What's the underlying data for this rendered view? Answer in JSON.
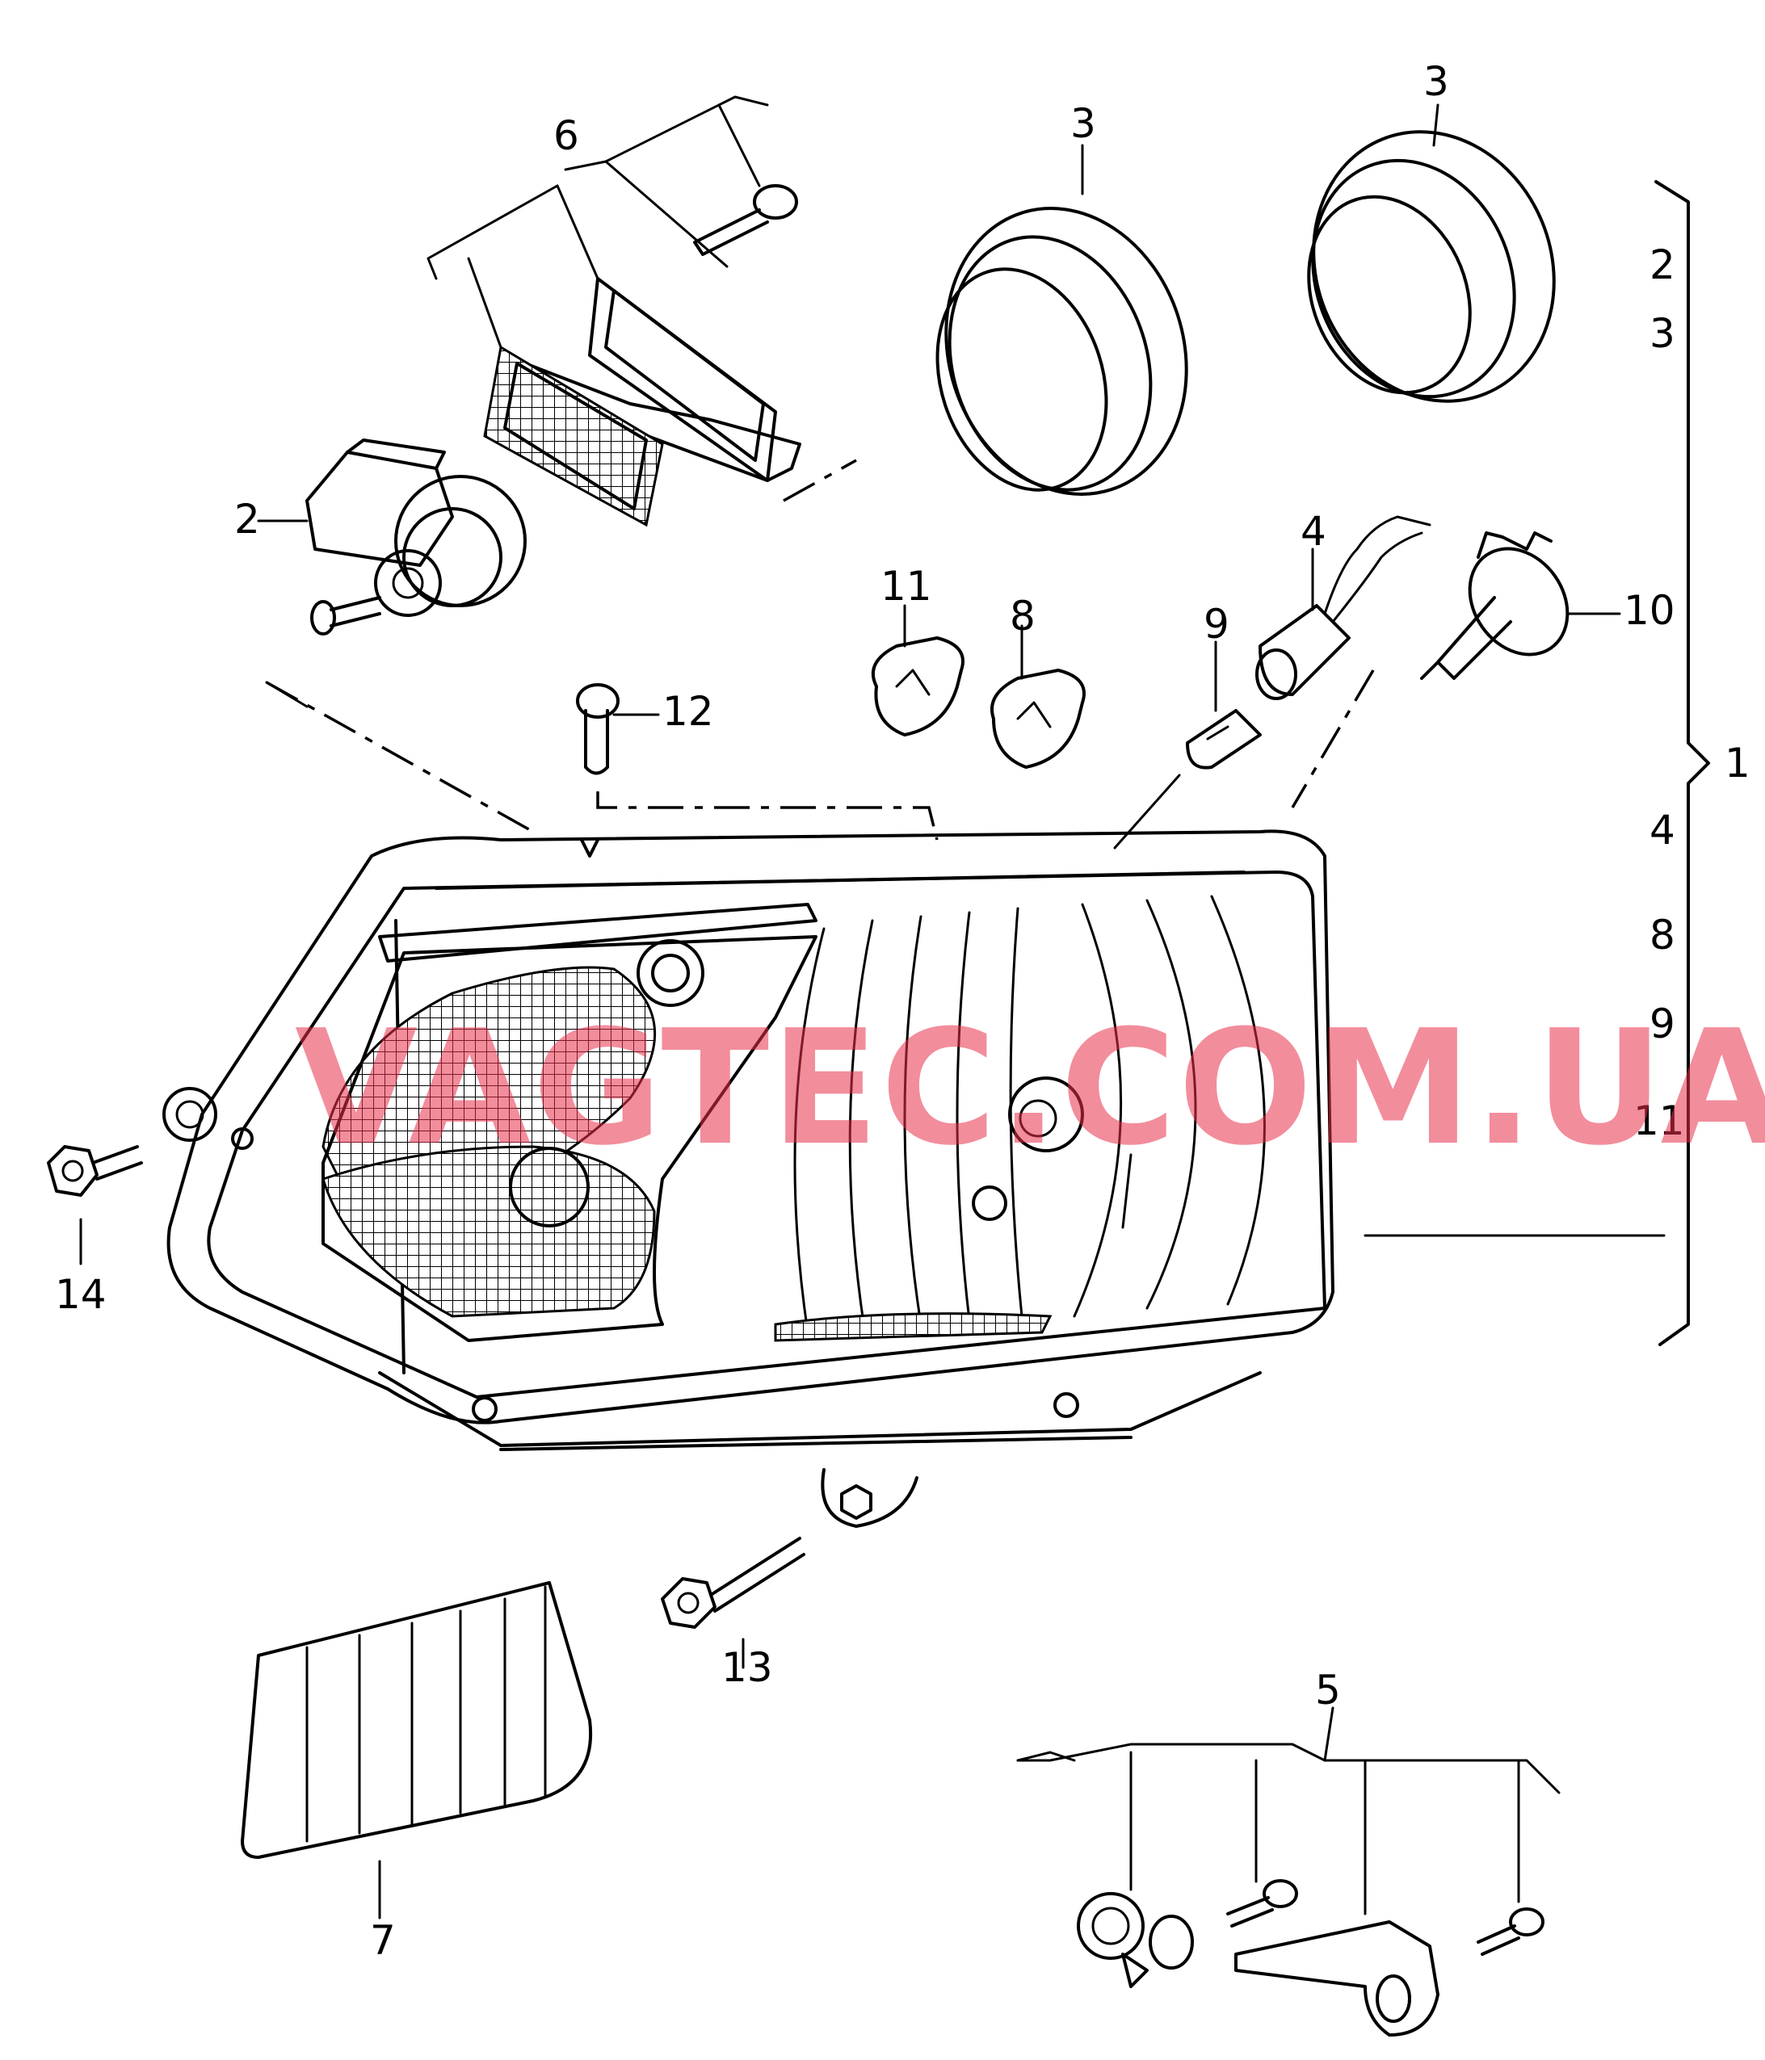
{
  "watermark": "VAGTEC.COM.UA",
  "callouts": {
    "c1": "1",
    "c2": "2",
    "c3a": "3",
    "c3b": "3",
    "c4": "4",
    "c5": "5",
    "c6": "6",
    "c7": "7",
    "c8": "8",
    "c9": "9",
    "c10": "10",
    "c11": "11",
    "c12": "12",
    "c13": "13",
    "c14": "14"
  },
  "assembly_1_contents": [
    "2",
    "3",
    "4",
    "8",
    "9",
    "11"
  ],
  "colors": {
    "line": "#000000",
    "watermark": "#e8304a",
    "background": "#ffffff"
  }
}
